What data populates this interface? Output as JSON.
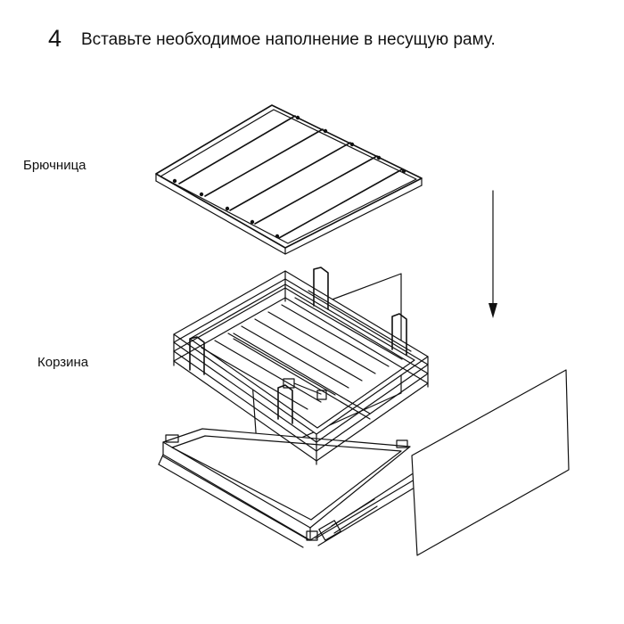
{
  "step": {
    "number": "4",
    "instruction": "Вставьте необходимое наполнение в несущую раму."
  },
  "labels": {
    "rack": "Брючница",
    "basket": "Корзина"
  },
  "colors": {
    "line": "#111111",
    "background": "#ffffff"
  }
}
